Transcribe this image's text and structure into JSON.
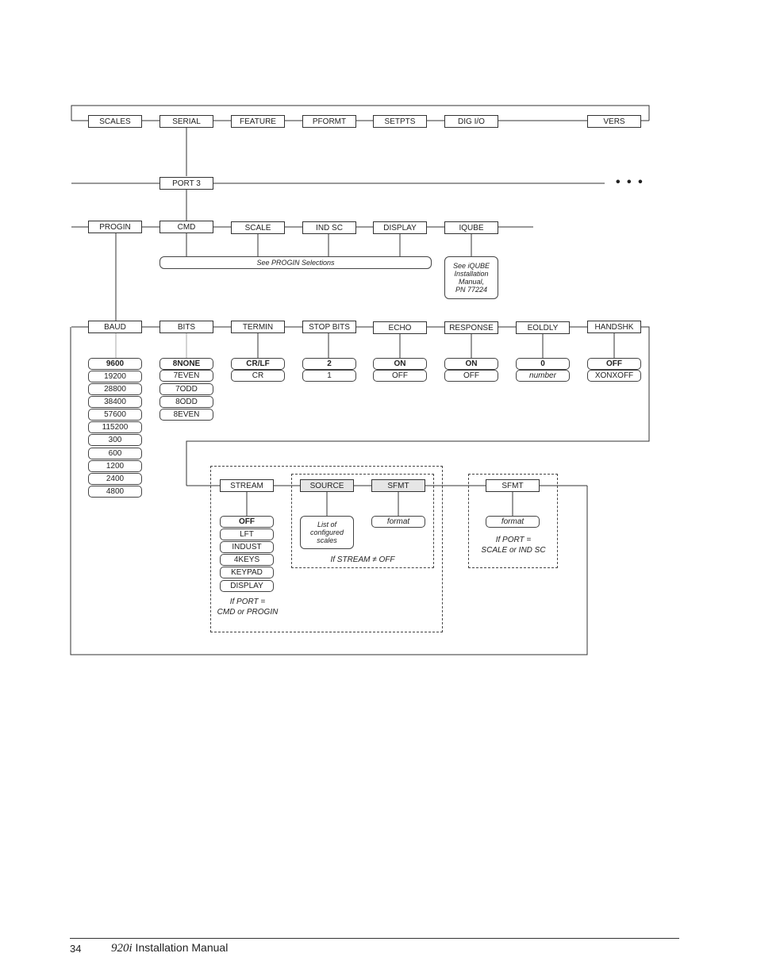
{
  "menu_top": {
    "scales": "SCALES",
    "serial": "SERIAL",
    "feature": "FEATURE",
    "pformt": "PFORMT",
    "setpts": "SETPTS",
    "dig_io": "DIG I/O",
    "vers": "VERS"
  },
  "port": {
    "label": "PORT 3",
    "more": "• • •"
  },
  "level2": {
    "progin": "PROGIN",
    "cmd": "CMD",
    "scale": "SCALE",
    "ind_sc": "IND SC",
    "display": "DISPLAY",
    "iqube": "IQUBE",
    "progin_note": "See PROGIN Selections",
    "iqube_note": "See iQUBE\nInstallation\nManual,\nPN 77224"
  },
  "level3": {
    "baud": "BAUD",
    "bits": "BITS",
    "termin": "TERMIN",
    "stop_bits": "STOP BITS",
    "echo": "ECHO",
    "response": "RESPONSE",
    "eoldly": "EOLDLY",
    "handshk": "HANDSHK"
  },
  "options": {
    "baud": [
      "9600",
      "19200",
      "28800",
      "38400",
      "57600",
      "115200",
      "300",
      "600",
      "1200",
      "2400",
      "4800"
    ],
    "bits": [
      "8NONE",
      "7EVEN",
      "7ODD",
      "8ODD",
      "8EVEN"
    ],
    "termin": [
      "CR/LF",
      "CR"
    ],
    "stop_bits": [
      "2",
      "1"
    ],
    "echo": [
      "ON",
      "OFF"
    ],
    "response": [
      "ON",
      "OFF"
    ],
    "eoldly": [
      "0",
      "number"
    ],
    "handshk": [
      "OFF",
      "XONXOFF"
    ]
  },
  "level4": {
    "stream": "STREAM",
    "source": "SOURCE",
    "sfmt": "SFMT",
    "sfmt2": "SFMT",
    "stream_options": [
      "OFF",
      "LFT",
      "INDUST",
      "4KEYS",
      "KEYPAD",
      "DISPLAY"
    ],
    "source_note": "List of\nconfigured\nscales",
    "sfmt_note": "format",
    "sfmt2_note": "format",
    "cap_stream": "If STREAM ≠ OFF",
    "cap_port_cmd": "If PORT =\nCMD or PROGIN",
    "cap_port_scale": "If PORT =\nSCALE or IND SC"
  },
  "footer": {
    "page": "34",
    "model": "920i",
    "title": " Installation Manual"
  }
}
